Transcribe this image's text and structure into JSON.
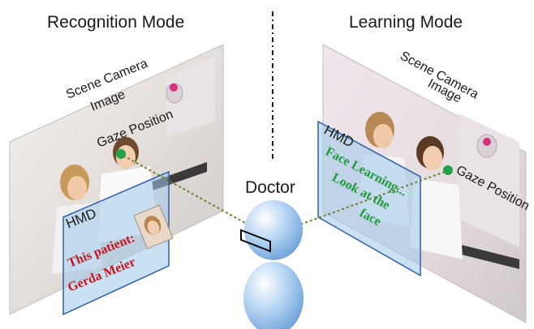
{
  "titles": {
    "left": "Recognition Mode",
    "right": "Learning Mode"
  },
  "labels": {
    "scene_camera_left_line1": "Scene Camera",
    "scene_camera_left_line2": "Image",
    "scene_camera_right_line1": "Scene Camera",
    "scene_camera_right_line2": "Image",
    "gaze_left": "Gaze Position",
    "gaze_right": "Gaze Position",
    "hmd_left": "HMD",
    "hmd_right": "HMD",
    "doctor": "Doctor"
  },
  "hmd_messages": {
    "recognition_line1": "This patient:",
    "recognition_line2": "Gerda Meier",
    "learning_line1": "Face Learning...",
    "learning_line2": "Look at the",
    "learning_line3": "face"
  },
  "colors": {
    "gaze_dot": "#1fa34a",
    "hmd_fill": "#9ec8ea",
    "hmd_border": "#2e5fa8",
    "doctor_body": "#a9cdf0",
    "sight_line": "#6b7f2a",
    "recognition_text": "#c8121b",
    "learning_text": "#1f9a3a"
  }
}
